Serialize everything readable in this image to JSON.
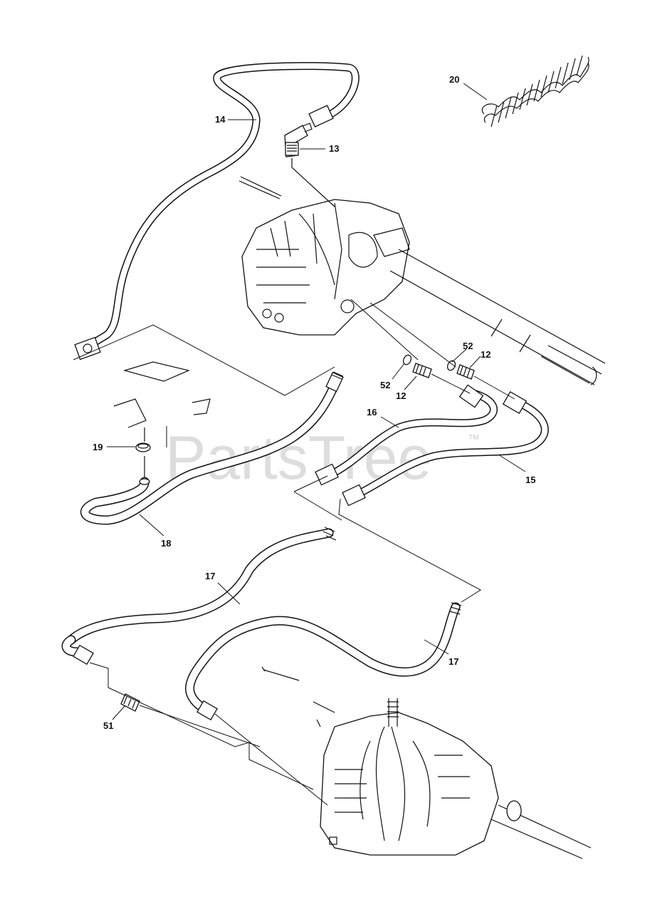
{
  "diagram": {
    "callouts": [
      {
        "id": "c20",
        "label": "20"
      },
      {
        "id": "c14",
        "label": "14"
      },
      {
        "id": "c13",
        "label": "13"
      },
      {
        "id": "c52a",
        "label": "52"
      },
      {
        "id": "c12a",
        "label": "12"
      },
      {
        "id": "c52b",
        "label": "52"
      },
      {
        "id": "c12b",
        "label": "12"
      },
      {
        "id": "c16",
        "label": "16"
      },
      {
        "id": "c19",
        "label": "19"
      },
      {
        "id": "c15",
        "label": "15"
      },
      {
        "id": "c18",
        "label": "18"
      },
      {
        "id": "c17a",
        "label": "17"
      },
      {
        "id": "c17b",
        "label": "17"
      },
      {
        "id": "c51",
        "label": "51"
      }
    ]
  },
  "watermark": {
    "text": "PartsTree",
    "trademark": "TM"
  }
}
